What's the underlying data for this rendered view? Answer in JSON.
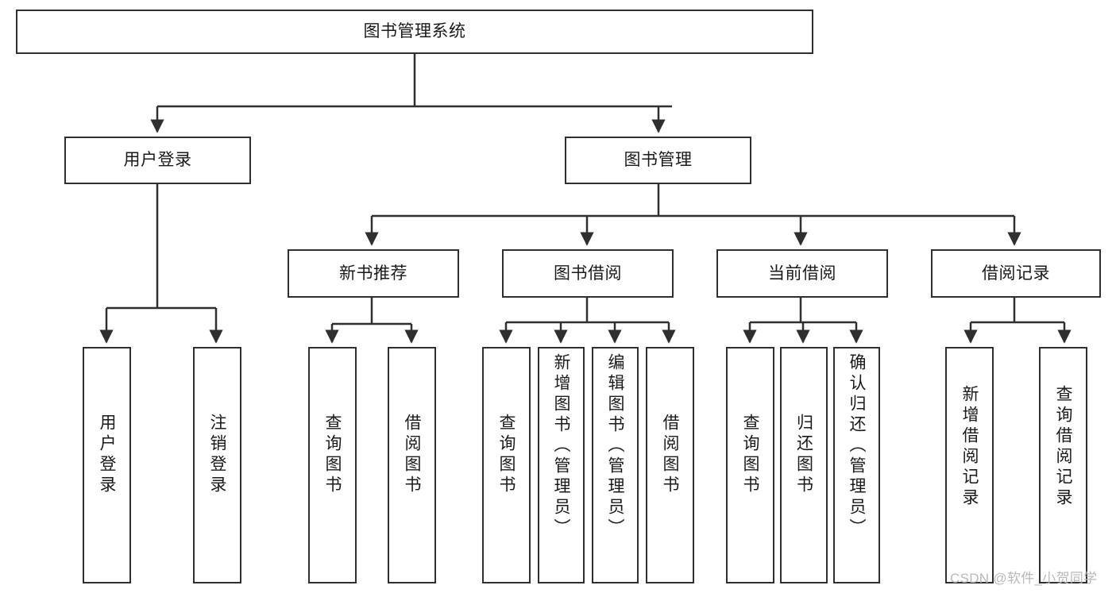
{
  "diagram": {
    "title": "图书管理系统",
    "type": "tree",
    "root": {
      "label": "图书管理系统"
    },
    "level2": [
      {
        "label": "用户登录"
      },
      {
        "label": "图书管理"
      }
    ],
    "level3": [
      {
        "label": "新书推荐"
      },
      {
        "label": "图书借阅"
      },
      {
        "label": "当前借阅"
      },
      {
        "label": "借阅记录"
      }
    ],
    "leaves": {
      "user_login": [
        {
          "label": "用户登录"
        },
        {
          "label": "注销登录"
        }
      ],
      "new_book": [
        {
          "label": "查询图书"
        },
        {
          "label": "借阅图书"
        }
      ],
      "book_borrow": [
        {
          "label": "查询图书"
        },
        {
          "label": "新增图书（管理员）"
        },
        {
          "label": "编辑图书（管理员）"
        },
        {
          "label": "借阅图书"
        }
      ],
      "current_borrow": [
        {
          "label": "查询图书"
        },
        {
          "label": "归还图书"
        },
        {
          "label": "确认归还（管理员）"
        }
      ],
      "borrow_record": [
        {
          "label": "新增借阅记录"
        },
        {
          "label": "查询借阅记录"
        }
      ]
    }
  },
  "watermark": {
    "text": "CSDN @软件_小贺同学"
  },
  "colors": {
    "stroke": "#2f2f2f",
    "background": "#ffffff",
    "text": "#1a1a1a",
    "watermark": "#b9b9b9"
  }
}
